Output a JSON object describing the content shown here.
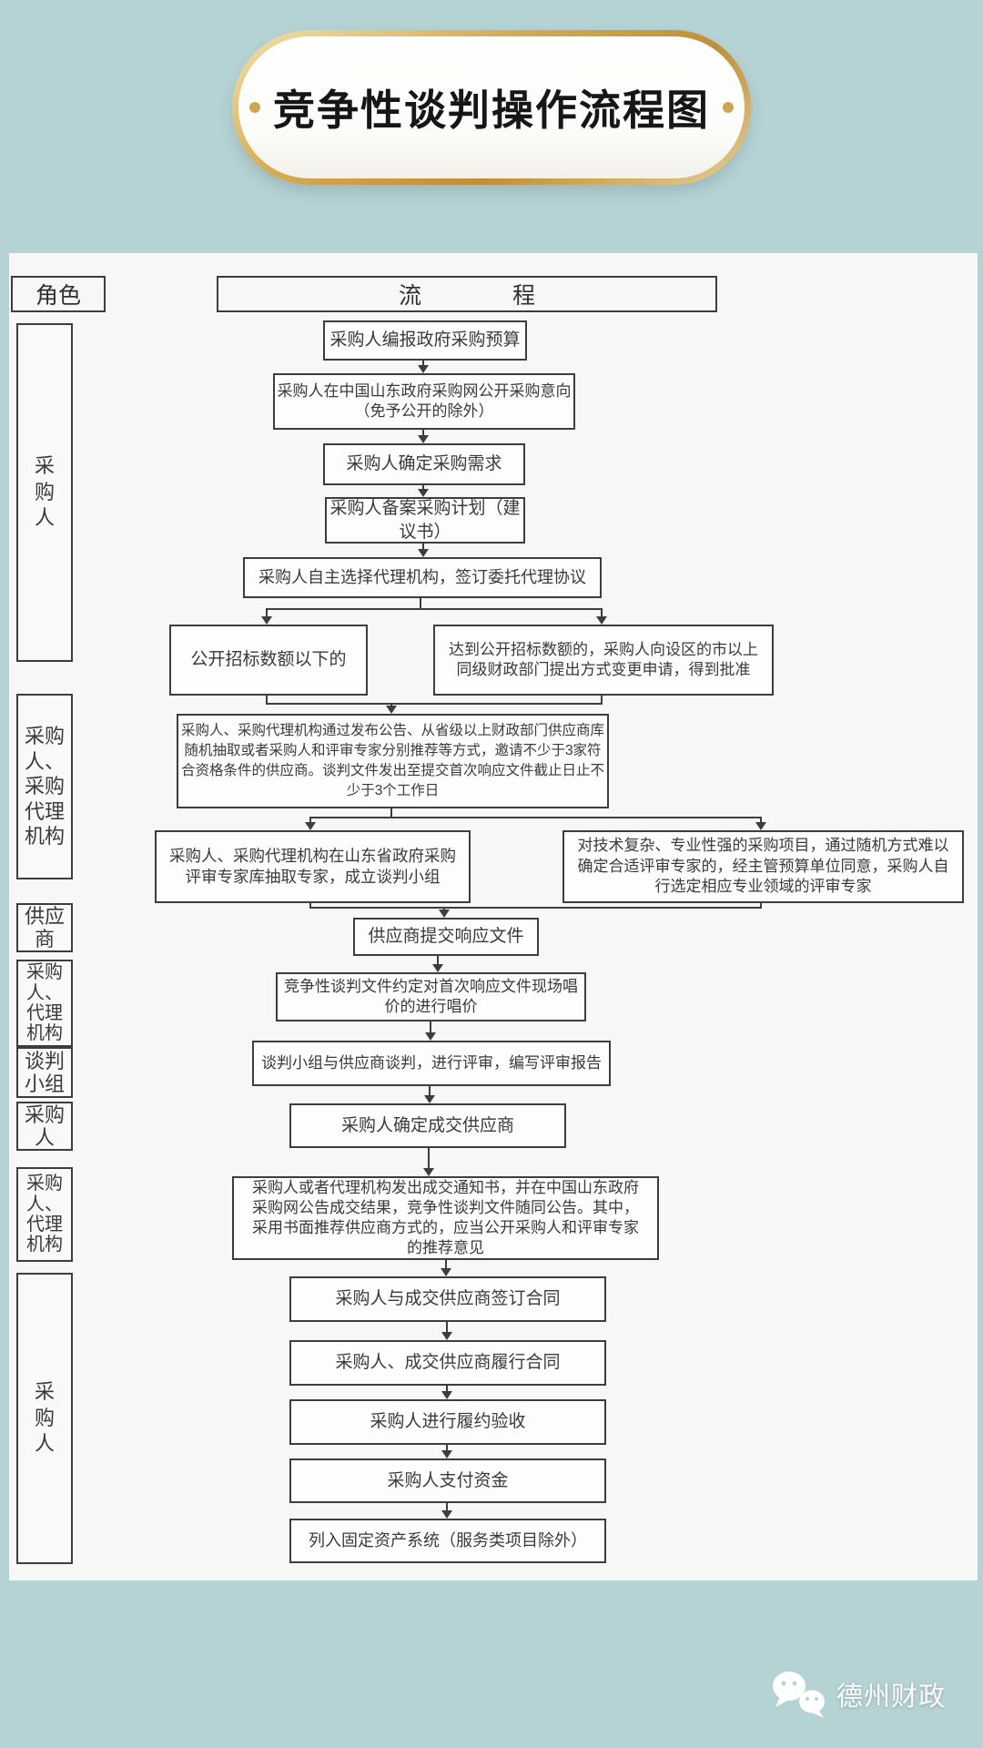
{
  "title": {
    "text": "竞争性谈判操作流程图"
  },
  "header": {
    "role_label": "角色",
    "process_label": "流　　　　程"
  },
  "roles": [
    {
      "label": "采\n购\n人"
    },
    {
      "label": "采购\n人、\n采购\n代理\n机构"
    },
    {
      "label": "供应\n商"
    },
    {
      "label": "采购\n人、\n代理\n机构"
    },
    {
      "label": "谈判\n小组"
    },
    {
      "label": "采购\n人"
    },
    {
      "label": "采购\n人、\n代理\n机构"
    },
    {
      "label": "采\n购\n人"
    }
  ],
  "steps": [
    {
      "text": "采购人编报政府采购预算"
    },
    {
      "text": "采购人在中国山东政府采购网公开采购意向\n（免予公开的除外）"
    },
    {
      "text": "采购人确定采购需求"
    },
    {
      "text": "采购人备案采购计划（建\n议书）"
    },
    {
      "text": "采购人自主选择代理机构，签订委托代理协议"
    },
    {
      "text": "公开招标数额以下的"
    },
    {
      "text": "达到公开招标数额的，采购人向设区的市以上\n同级财政部门提出方式变更申请，得到批准"
    },
    {
      "text": "采购人、采购代理机构通过发布公告、从省级以上财政部门供应商库随机抽取或者采购人和评审专家分别推荐等方式，邀请不少于3家符合资格条件的供应商。谈判文件发出至提交首次响应文件截止日止不少于3个工作日"
    },
    {
      "text": "采购人、采购代理机构在山东省政府采购\n评审专家库抽取专家，成立谈判小组"
    },
    {
      "text": "对技术复杂、专业性强的采购项目，通过随机方式难以\n确定合适评审专家的，经主管预算单位同意，采购人自\n行选定相应专业领域的评审专家"
    },
    {
      "text": "供应商提交响应文件"
    },
    {
      "text": "竞争性谈判文件约定对首次响应文件现场唱\n价的进行唱价"
    },
    {
      "text": "谈判小组与供应商谈判，进行评审，编写评审报告"
    },
    {
      "text": "采购人确定成交供应商"
    },
    {
      "text": "采购人或者代理机构发出成交通知书，并在中国山东政府\n采购网公告成交结果，竞争性谈判文件随同公告。其中，\n采用书面推荐供应商方式的，应当公开采购人和评审专家\n的推荐意见"
    },
    {
      "text": "采购人与成交供应商签订合同"
    },
    {
      "text": "采购人、成交供应商履行合同"
    },
    {
      "text": "采购人进行履约验收"
    },
    {
      "text": "采购人支付资金"
    },
    {
      "text": "列入固定资产系统（服务类项目除外）"
    }
  ],
  "watermark": {
    "text": "德州财政"
  },
  "colors": {
    "background": "#b5d2d5",
    "panel": "#f7f7f5",
    "box_border": "#3d3d3d",
    "gold": "#c9a24b",
    "watermark_text": "#ffffff"
  }
}
